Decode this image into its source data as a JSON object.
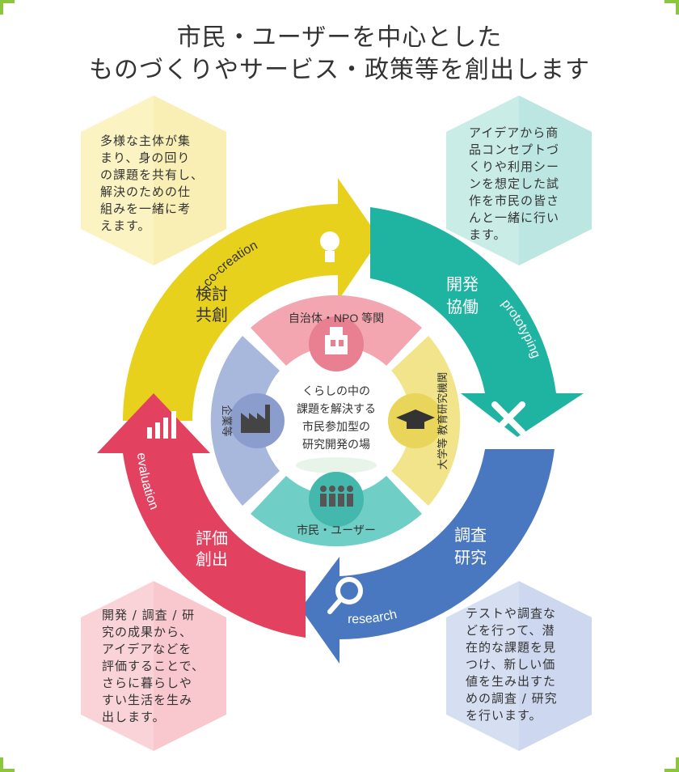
{
  "title": {
    "line1": "市民・ユーザーを中心とした",
    "line2": "ものづくりやサービス・政策等を創出します"
  },
  "phases": {
    "cocreation": {
      "label1": "検討",
      "label2": "共創",
      "english": "co-creation",
      "color": "#e8d11c",
      "icon": "lightbulb-icon"
    },
    "prototyping": {
      "label1": "開発",
      "label2": "協働",
      "english": "prototyping",
      "color": "#1fb3a1",
      "icon": "tools-icon"
    },
    "research": {
      "label1": "調査",
      "label2": "研究",
      "english": "research",
      "color": "#4a78c0",
      "icon": "magnifier-icon"
    },
    "evaluation": {
      "label1": "評価",
      "label2": "創出",
      "english": "evaluation",
      "color": "#e2425f",
      "icon": "bar-chart-icon"
    }
  },
  "stakeholders": {
    "top": {
      "label": "自治体・NPO 等関",
      "color": "#f08a97",
      "icon": "city-hall-icon"
    },
    "right": {
      "label": "大学等 教育研究機関",
      "color": "#f2e48a",
      "icon": "graduation-cap-icon"
    },
    "bottom": {
      "label": "市民・ユーザー",
      "color": "#6fcfc7",
      "icon": "people-icon"
    },
    "left": {
      "label": "企業等",
      "color": "#a8b7dc",
      "icon": "factory-icon"
    }
  },
  "center": {
    "line1": "くらしの中の",
    "line2": "課題を解決する",
    "line3": "市民参加型の",
    "line4": "研究開発の場"
  },
  "boxes": {
    "topleft": {
      "lines": [
        "多様な主体が集",
        "まり、身の回り",
        "の課題を共有し、",
        "解決のための仕",
        "組みを一緒に考",
        "えます。"
      ],
      "color": "#fbf3c2"
    },
    "topright": {
      "lines": [
        "アイデアから商",
        "品コンセプトづ",
        "くりや利用シー",
        "ンを想定した試",
        "作を市民の皆さ",
        "んと一緒に行い",
        "ます。"
      ],
      "color": "#c9ece7"
    },
    "bottomleft": {
      "lines": [
        "開発 / 調査 / 研",
        "究の成果から、",
        "アイデアなどを",
        "評価することで、",
        "さらに暮らしや",
        "すい生活を生み",
        "出します。"
      ],
      "color": "#f9d3d8"
    },
    "bottomright": {
      "lines": [
        "テストや調査な",
        "どを行って、潜",
        "在的な課題を見",
        "つけ、新しい価",
        "値を生み出すた",
        "めの調査 / 研究",
        "を行います。"
      ],
      "color": "#d6dff2"
    }
  }
}
